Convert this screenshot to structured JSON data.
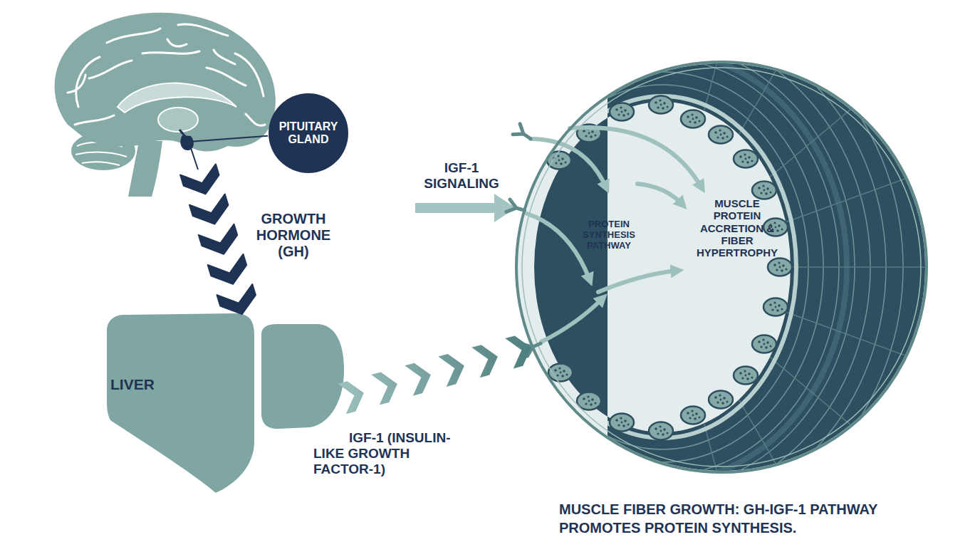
{
  "diagram": {
    "caption": "MUSCLE FIBER GROWTH: GH-IGF-1 PATHWAY PROMOTES PROTEIN SYNTHESIS.",
    "nodes": [
      {
        "text": [
          "PITUITARY GLAND"
        ]
      },
      {
        "text": [
          "LIVER"
        ]
      },
      {
        "text": [
          "PROTEIN SYNTHESIS PATHWAY",
          "MUSCLE PROTEIN ACCRETION & FIBER HYPERTROPHY"
        ]
      }
    ],
    "edges": [
      {
        "from": 0,
        "to": 1,
        "label": "GROWTH HORMONE (GH)",
        "arrow": "to"
      },
      {
        "from": 1,
        "to": 2,
        "label": "IGF-1 (INSULIN-LIKE GROWTH FACTOR-1)",
        "arrow": "to"
      }
    ],
    "labels": [
      "IGF-1 SIGNALING"
    ]
  }
}
